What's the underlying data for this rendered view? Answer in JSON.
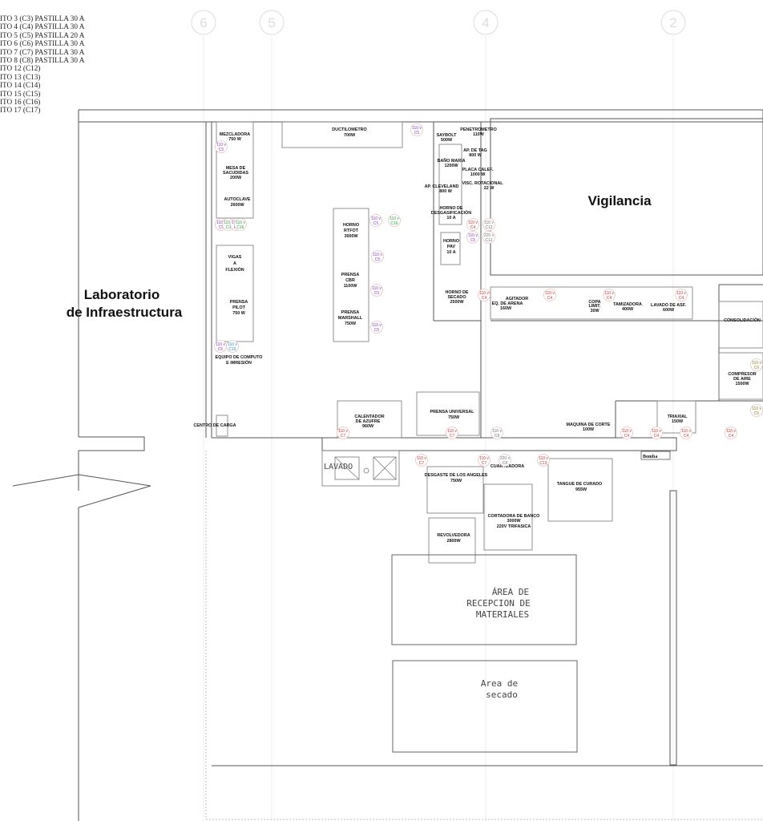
{
  "legend": [
    "ITO 3 (C3) PASTILLA 30 A",
    "ITO 4 (C4) PASTILLA 30 A",
    "ITO 5 (C5) PASTILLA 20 A",
    "ITO 6 (C6) PASTILLA 30 A",
    "ITO 7 (C7) PASTILLA 30 A",
    "ITO 8 (C8) PASTILLA 30 A",
    "ITO 12 (C12)",
    "ITO 13 (C13)",
    "ITO 14 (C14)",
    "ITO 15 (C15)",
    "ITO 16 (C16)",
    "ITO 17 (C17)"
  ],
  "axes": [
    "6",
    "5",
    "4",
    "2"
  ],
  "rooms": {
    "lab_line1": "Laboratorio",
    "lab_line2": "de Infraestructura",
    "vigilancia": "Vigilancia",
    "recepcion": [
      "ÁREA DE",
      "RECEPCION DE",
      "MATERIALES"
    ],
    "secado": [
      "Area de",
      "secado"
    ],
    "lavado": "LAVADO",
    "bomba": "Bomba"
  },
  "equipment": [
    {
      "lines": [
        "MEZCLADORA",
        "750 W"
      ]
    },
    {
      "lines": [
        "MESA DE",
        "SACUDIDAS",
        "200W"
      ]
    },
    {
      "lines": [
        "AUTOCLAVE",
        "2600W"
      ]
    },
    {
      "lines": [
        "VIGAS",
        "A",
        "FLEXIÓN"
      ]
    },
    {
      "lines": [
        "PRENSA",
        "PILOT",
        "750 W"
      ]
    },
    {
      "lines": [
        "EQUIPO DE COMPUTO",
        "E IMRESIÓN"
      ]
    },
    {
      "lines": [
        "CENTRO DE CARGA"
      ]
    },
    {
      "lines": [
        "DUCTILOMETRO",
        "700W"
      ]
    },
    {
      "lines": [
        "HORNO",
        "RTFOT",
        "3000W"
      ]
    },
    {
      "lines": [
        "PRENSA",
        "CBR",
        "1100W"
      ]
    },
    {
      "lines": [
        "PRENSA",
        "MARSHALL",
        "750W"
      ]
    },
    {
      "lines": [
        "SAYBOLT",
        "500W"
      ]
    },
    {
      "lines": [
        "PENETROMETRO",
        "110W"
      ]
    },
    {
      "lines": [
        "AP. DE TAG",
        "800 W"
      ]
    },
    {
      "lines": [
        "BAÑO MARÍA",
        "1200W"
      ]
    },
    {
      "lines": [
        "PLACA CALEF.",
        "1000 W"
      ]
    },
    {
      "lines": [
        "VISC. ROTACIONAL",
        "22 W"
      ]
    },
    {
      "lines": [
        "AP. CLEVELAND",
        "800 W"
      ]
    },
    {
      "lines": [
        "HORNO DE",
        "DESGASIFICACIÓN",
        "10 A"
      ]
    },
    {
      "lines": [
        "HORNO",
        "PAV",
        "10 A"
      ]
    },
    {
      "lines": [
        "HORNO DE",
        "SECADO",
        "2500W"
      ]
    },
    {
      "lines": [
        "AGITADOR",
        "EQ. DE ARENA",
        "160W"
      ]
    },
    {
      "lines": [
        "COPA",
        "LIMIT.",
        "30W"
      ]
    },
    {
      "lines": [
        "TAMIZADORA",
        "400W"
      ]
    },
    {
      "lines": [
        "LAVADO DE ASF.",
        "600W"
      ]
    },
    {
      "lines": [
        "CONSOLIDACIÓN"
      ]
    },
    {
      "lines": [
        "COMPRESOR",
        "DE AIRE",
        "1500W"
      ]
    },
    {
      "lines": [
        "TRIAXIAL",
        "150W"
      ]
    },
    {
      "lines": [
        "MAQUINA DE CORTE",
        "100W"
      ]
    },
    {
      "lines": [
        "PRENSA UNIVERSAL",
        "750W"
      ]
    },
    {
      "lines": [
        "CALENTADOR",
        "DE AZUFRE",
        "960W"
      ]
    },
    {
      "lines": [
        "CUARTEADORA"
      ]
    },
    {
      "lines": [
        "DESGASTE DE LOS ANGELES",
        "750W"
      ]
    },
    {
      "lines": [
        "TANGUE DE CURADO",
        "955W"
      ]
    },
    {
      "lines": [
        "CORTADORA DE BANCO",
        "3000W",
        "220V TRIFASICA"
      ]
    },
    {
      "lines": [
        "REVOLVEDORA",
        "2800W"
      ]
    }
  ],
  "outlets": [
    {
      "v": "110 v",
      "c": "C5",
      "color": "#8a3fbf"
    },
    {
      "v": "110 v",
      "c": "C5",
      "color": "#8a3fbf"
    },
    {
      "v": "110 v",
      "c": "C3",
      "color": "#2e9e3e"
    },
    {
      "v": "110 v",
      "c": "C5",
      "color": "#8a3fbf"
    },
    {
      "v": "110 v",
      "c": "C16",
      "color": "#2e9e3e"
    },
    {
      "v": "110 v",
      "c": "C5",
      "color": "#8a3fbf"
    },
    {
      "v": "110 v",
      "c": "C16",
      "color": "#2e9e3e"
    },
    {
      "v": "110 v",
      "c": "C5",
      "color": "#8a3fbf"
    },
    {
      "v": "110 v",
      "c": "C5",
      "color": "#8a3fbf"
    },
    {
      "v": "110 v",
      "c": "C5",
      "color": "#8a3fbf"
    },
    {
      "v": "110 v",
      "c": "C5",
      "color": "#8a3fbf"
    },
    {
      "v": "110 v",
      "c": "C5",
      "color": "#8a3fbf"
    },
    {
      "v": "110 v",
      "c": "C16",
      "color": "#2a8fd6"
    },
    {
      "v": "110 v",
      "c": "C4",
      "color": "#d03030"
    },
    {
      "v": "110 v",
      "c": "C12",
      "color": "#777777"
    },
    {
      "v": "110 v",
      "c": "C5",
      "color": "#8a3fbf"
    },
    {
      "v": "220 v",
      "c": "C12",
      "color": "#777777"
    },
    {
      "v": "110 v",
      "c": "C4",
      "color": "#d03030"
    },
    {
      "v": "110 v",
      "c": "C4",
      "color": "#d03030"
    },
    {
      "v": "110 v",
      "c": "C4",
      "color": "#d03030"
    },
    {
      "v": "110 v",
      "c": "C4",
      "color": "#d03030"
    },
    {
      "v": "110 v",
      "c": "C6",
      "color": "#8a8a2a"
    },
    {
      "v": "110 v",
      "c": "C6",
      "color": "#8a8a2a"
    },
    {
      "v": "110 v",
      "c": "C7",
      "color": "#d03030"
    },
    {
      "v": "110 v",
      "c": "C7",
      "color": "#d03030"
    },
    {
      "v": "110 v",
      "c": "C8",
      "color": "#777777"
    },
    {
      "v": "110 v",
      "c": "C4",
      "color": "#d03030"
    },
    {
      "v": "110 v",
      "c": "C4",
      "color": "#d03030"
    },
    {
      "v": "110 v",
      "c": "C4",
      "color": "#d03030"
    },
    {
      "v": "110 v",
      "c": "C4",
      "color": "#d03030"
    },
    {
      "v": "110 v",
      "c": "C7",
      "color": "#d03030"
    },
    {
      "v": "110 v",
      "c": "C7",
      "color": "#d03030"
    },
    {
      "v": "220 v",
      "c": "C8",
      "color": "#777777"
    },
    {
      "v": "110 v",
      "c": "C13",
      "color": "#d03030"
    }
  ]
}
